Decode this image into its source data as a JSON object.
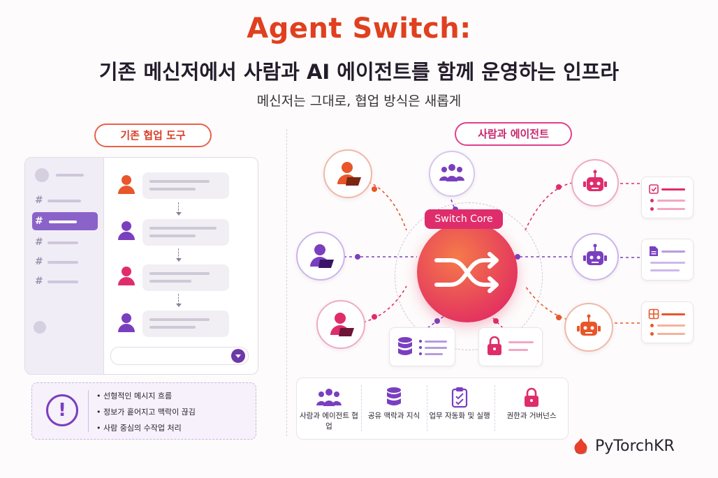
{
  "header": {
    "title": "Agent Switch:",
    "headline": "기존 메신저에서 사람과 AI 에이전트를 함께 운영하는 인프라",
    "subtitle": "메신저는 그대로, 협업 방식은 새롭게"
  },
  "left": {
    "pill": "기존 협업 도구",
    "channels": [
      "#",
      "#",
      "#",
      "#",
      "#"
    ],
    "issues": [
      "선형적인 메시지 흐름",
      "정보가 흩어지고 맥락이 끊김",
      "사람 중심의 수작업 처리"
    ]
  },
  "right": {
    "pill": "사람과 에이전트",
    "core_label": "Switch Core",
    "features": [
      {
        "icon": "team-icon",
        "label": "사람과 에이전트 협업"
      },
      {
        "icon": "database-icon",
        "label": "공유 맥락과 지식"
      },
      {
        "icon": "clipboard-icon",
        "label": "업무 자동화 및 실행"
      },
      {
        "icon": "lock-icon",
        "label": "권한과 거버넌스"
      }
    ]
  },
  "brand": "PyTorchKR",
  "colors": {
    "accent": "#e0401f",
    "purple": "#7a3fbf",
    "pink": "#df2d6b",
    "orange": "#e8562a"
  }
}
